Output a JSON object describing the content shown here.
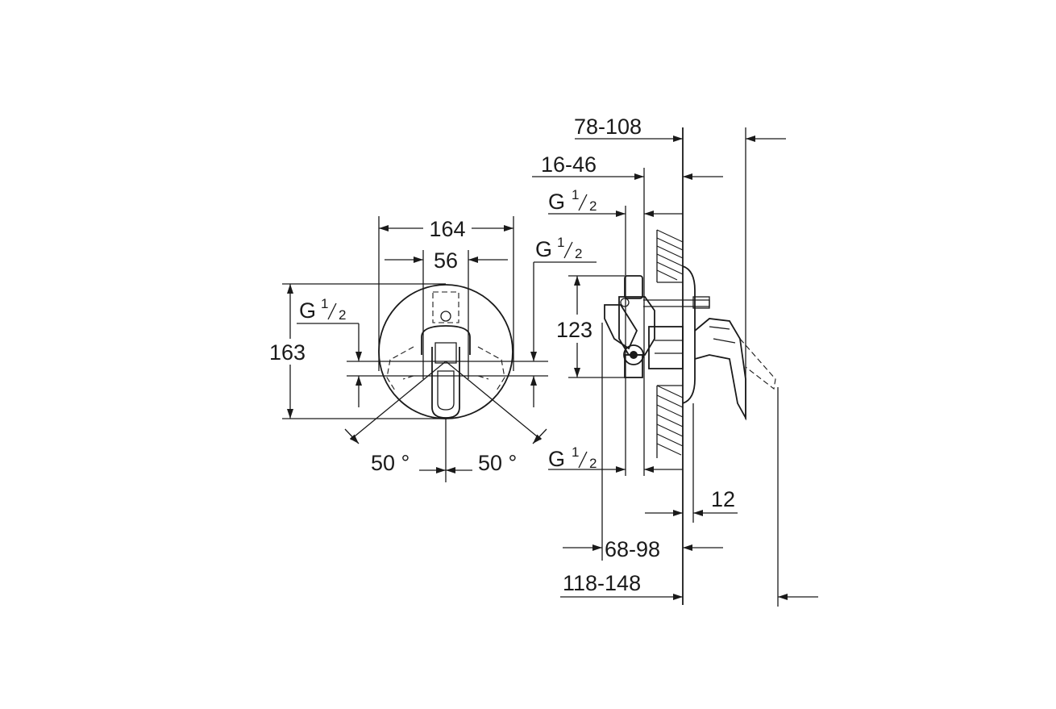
{
  "front_view": {
    "width_overall": "164",
    "width_handle": "56",
    "height_overall": "163",
    "left_connection": {
      "g": "G",
      "num": "1",
      "den": "2"
    },
    "right_connection": {
      "g": "G",
      "num": "1",
      "den": "2"
    },
    "angle_left": "50 °",
    "angle_right": "50 °"
  },
  "side_view": {
    "depth_total_top": "78-108",
    "depth_body": "16-46",
    "top_connection": {
      "g": "G",
      "num": "1",
      "den": "2"
    },
    "bottom_connection": {
      "g": "G",
      "num": "1",
      "den": "2"
    },
    "inlet_spacing": "123",
    "plate_thickness": "12",
    "depth_bottom": "68-98",
    "depth_total_bottom": "118-148"
  }
}
